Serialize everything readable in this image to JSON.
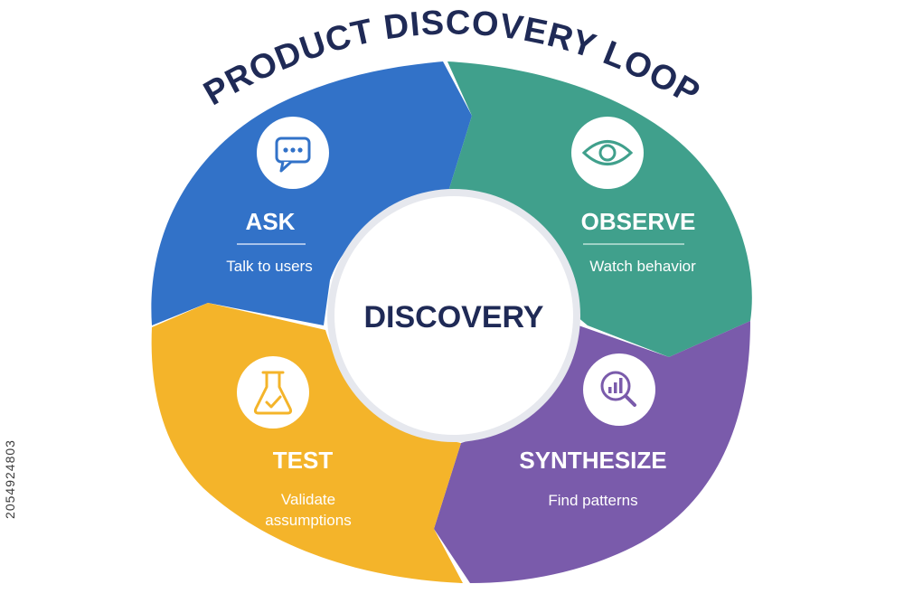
{
  "title": "PRODUCT DISCOVERY LOOP",
  "center": {
    "label": "DISCOVERY"
  },
  "segments": [
    {
      "title": "ASK",
      "subtitle": "Talk to users",
      "icon": "chat-bubble-icon",
      "color": "#3272c8"
    },
    {
      "title": "OBSERVE",
      "subtitle": "Watch behavior",
      "icon": "eye-icon",
      "color": "#40a08c"
    },
    {
      "title": "SYNTHESIZE",
      "subtitle": "Find patterns",
      "icon": "magnify-chart-icon",
      "color": "#7a5bab"
    },
    {
      "title": "TEST",
      "subtitle_lines": [
        "Validate",
        "assumptions"
      ],
      "icon": "flask-icon",
      "color": "#f4b42a"
    }
  ],
  "colors": {
    "title": "#1f2a56",
    "center_text": "#1f2a56",
    "center_ring": "#e6e8ee"
  },
  "stock_id": "2054924803"
}
